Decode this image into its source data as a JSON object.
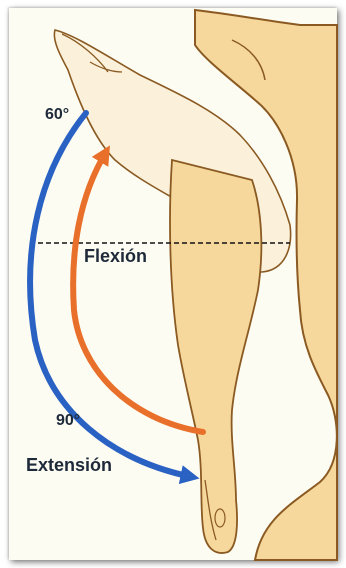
{
  "labels": {
    "angle_flexion": "60°",
    "flexion": "Flexión",
    "angle_extension": "90°",
    "extension": "Extensión"
  },
  "colors": {
    "skin": "#f6d89c",
    "skin_light": "#fbefd6",
    "outline": "#8a5a22",
    "extension_arrow": "#2a62c4",
    "flexion_arrow": "#e8702a",
    "text": "#1e2a3a"
  }
}
